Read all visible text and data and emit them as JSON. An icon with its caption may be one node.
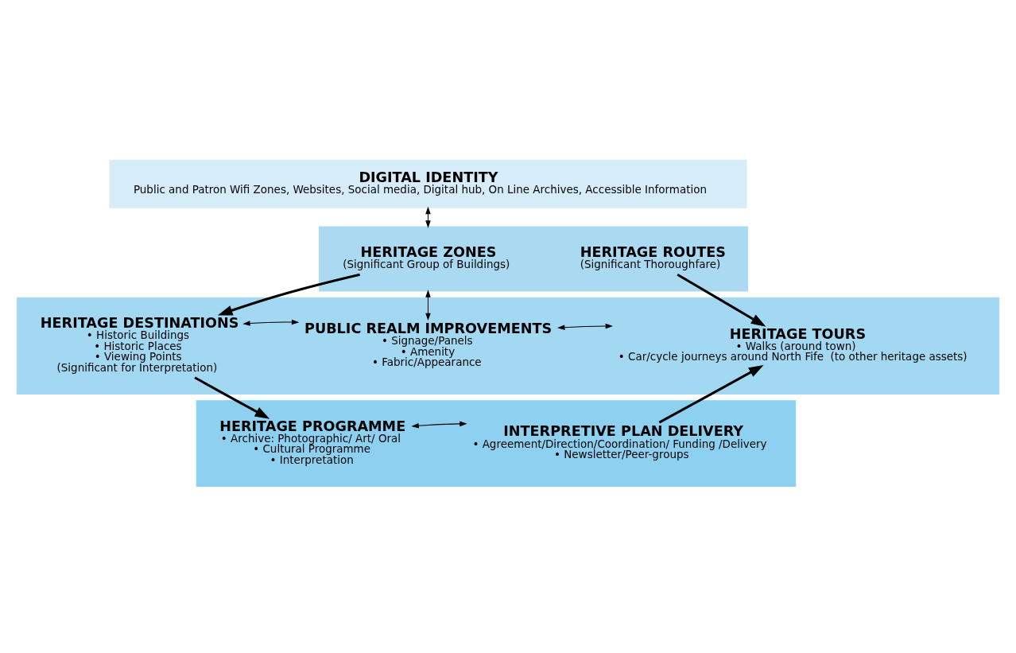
{
  "diagram": {
    "nodes": [
      {
        "text": [
          "DIGITAL IDENTITY",
          "Public and Patron Wifi Zones, Websites, Social media, Digital hub, On Line Archives, Accessible Information"
        ]
      },
      {
        "text": [],
        "shape": "band"
      },
      {
        "text": [
          "HERITAGE ZONES",
          "(Significant Group of Buildings)"
        ],
        "in": 1
      },
      {
        "text": [
          "HERITAGE ROUTES",
          "(Significant Thoroughfare)"
        ],
        "in": 1
      },
      {
        "text": [],
        "shape": "band"
      },
      {
        "text": [
          "HERITAGE DESTINATIONS",
          "• Historic Buildings",
          "• Historic Places",
          "• Viewing Points",
          "(Significant for Interpretation)"
        ],
        "in": 4
      },
      {
        "text": [
          "PUBLIC REALM IMPROVEMENTS",
          "• Signage/Panels",
          "• Amenity",
          "• Fabric/Appearance"
        ],
        "in": 4
      },
      {
        "text": [
          "HERITAGE TOURS",
          "• Walks (around town)",
          "• Car/cycle journeys around North Fife  (to other heritage assets)"
        ],
        "in": 4
      },
      {
        "text": [],
        "shape": "band"
      },
      {
        "text": [
          "HERITAGE PROGRAMME",
          "• Archive: Photographic/ Art/ Oral",
          "• Cultural Programme",
          "• Interpretation"
        ],
        "in": 8
      },
      {
        "text": [
          "INTERPRETIVE PLAN DELIVERY",
          "• Agreement/Direction/Coordination/ Funding /Delivery",
          "• Newsletter/Peer-groups"
        ],
        "in": 8
      }
    ],
    "edges": [
      {
        "from": 0,
        "to": 1,
        "arrow": "both"
      },
      {
        "from": 1,
        "to": 6,
        "arrow": "both"
      },
      {
        "from": 2,
        "to": 5,
        "arrow": "to",
        "style": "thick"
      },
      {
        "from": 3,
        "to": 7,
        "arrow": "to",
        "style": "thick"
      },
      {
        "from": 5,
        "to": 6,
        "arrow": "both"
      },
      {
        "from": 6,
        "to": 7,
        "arrow": "both"
      },
      {
        "from": 5,
        "to": 9,
        "arrow": "to",
        "style": "thick"
      },
      {
        "from": 10,
        "to": 7,
        "arrow": "to",
        "style": "thick"
      },
      {
        "from": 9,
        "to": 10,
        "arrow": "both"
      }
    ]
  }
}
